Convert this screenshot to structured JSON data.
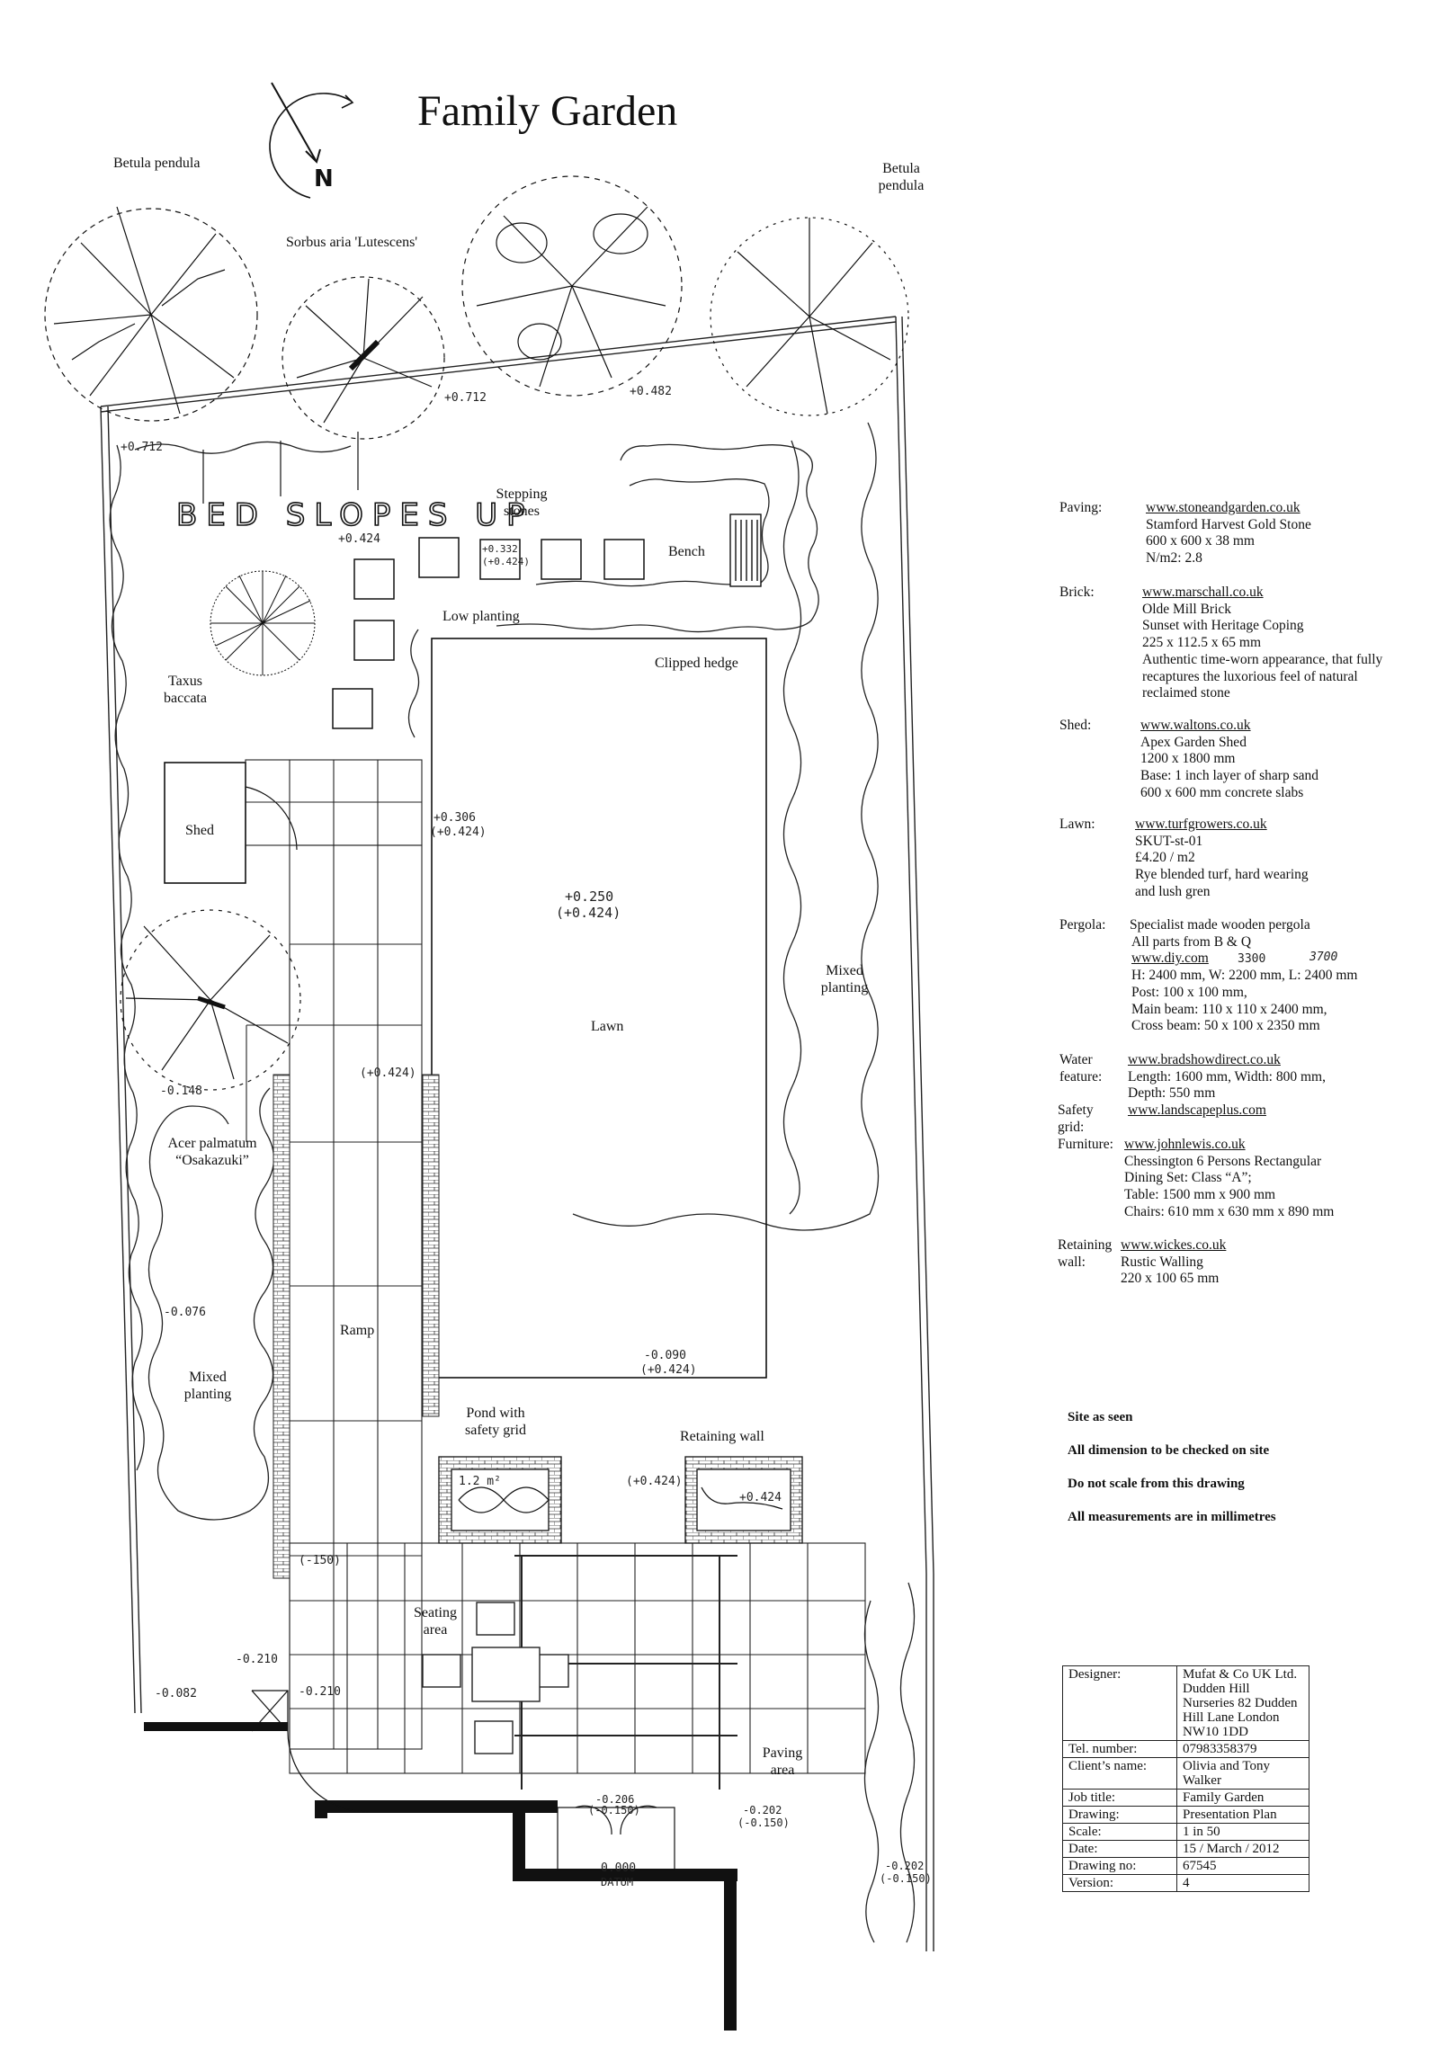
{
  "title": "Family Garden",
  "north": "N",
  "labels": {
    "betula_left": "Betula pendula",
    "betula_right": "Betula pendula",
    "sorbus": "Sorbus aria 'Lutescens'",
    "bed_slopes": "BED SLOPES UP",
    "stepping": "Stepping stones",
    "bench": "Bench",
    "low_planting": "Low planting",
    "clipped_hedge": "Clipped hedge",
    "taxus": "Taxus baccata",
    "shed": "Shed",
    "lawn": "Lawn",
    "mixed_right": "Mixed planting",
    "acer": "Acer palmatum “Osakazuki”",
    "mixed_left": "Mixed planting",
    "ramp": "Ramp",
    "pond": "Pond with safety grid",
    "retaining": "Retaining wall",
    "seating": "Seating area",
    "paving": "Paving area",
    "pond_area": "1.2 m²"
  },
  "levels": {
    "l1": "+0.712",
    "l2": "+0.712",
    "l3": "+0.482",
    "l4": "+0.424",
    "l5a": "+0.332",
    "l5b": "(+0.424)",
    "l6a": "+0.306",
    "l6b": "(+0.424)",
    "l7a": "+0.250",
    "l7b": "(+0.424)",
    "l8": "(+0.424)",
    "l9": "-0.148",
    "l10": "-0.076",
    "l11a": "-0.090",
    "l11b": "(+0.424)",
    "l12": "(+0.424)",
    "l13": "+0.424",
    "l14": "(-150)",
    "l15": "-0.210",
    "l16": "-0.210",
    "l17": "-0.082",
    "l18a": "-0.206",
    "l18b": "(-0.150)",
    "l19a": "-0.202",
    "l19b": "(-0.150)",
    "l20a": "0.000",
    "l20b": "DATUM",
    "l21a": "-0.202",
    "l21b": "(-0.150)"
  },
  "specs": {
    "paving": {
      "label": "Paving:",
      "lines": [
        "www.stoneandgarden.co.uk",
        "Stamford Harvest Gold Stone",
        "600 x 600 x 38 mm",
        "N/m2: 2.8"
      ]
    },
    "brick": {
      "label": "Brick:",
      "lines": [
        "www.marschall.co.uk",
        "Olde Mill Brick",
        "Sunset with Heritage Coping",
        "225 x 112.5 x 65 mm",
        "Authentic time-worn appearance, that fully",
        "recaptures the luxorious feel of natural",
        "reclaimed stone"
      ]
    },
    "shed": {
      "label": "Shed:",
      "lines": [
        "www.waltons.co.uk",
        "Apex Garden Shed",
        "1200 x 1800 mm",
        "Base: 1 inch layer of sharp sand",
        "600 x 600 mm concrete slabs"
      ]
    },
    "lawn": {
      "label": "Lawn:",
      "lines": [
        "www.turfgrowers.co.uk",
        "SKUT-st-01",
        "£4.20 / m2",
        "Rye blended turf, hard wearing",
        "and lush gren"
      ]
    },
    "pergola": {
      "label": "Pergola:",
      "lines": [
        "Specialist made wooden pergola",
        "All parts from B & Q",
        "www.diy.com",
        "H: 2400 mm, W: 2200 mm, L: 2400 mm",
        "Post: 100 x 100 mm,",
        "Main beam: 110 x 110 x 2400 mm,",
        "Cross beam: 50 x 100 x 2350 mm"
      ],
      "hand1": "3300",
      "hand2": "3700"
    },
    "water": {
      "label1": "Water",
      "label2": "feature:",
      "lines": [
        "www.bradshowdirect.co.uk",
        "Length: 1600 mm, Width: 800 mm,",
        "Depth: 550 mm"
      ],
      "safety_label": "Safety grid:",
      "safety_link": "www.landscapeplus.com"
    },
    "furniture": {
      "label": "Furniture:",
      "lines": [
        "www.johnlewis.co.uk",
        "Chessington 6 Persons Rectangular",
        "Dining Set: Class “A”;",
        "Table: 1500 mm x 900 mm",
        "Chairs: 610 mm x 630 mm x 890 mm"
      ]
    },
    "retaining": {
      "label1": "Retaining",
      "label2": "wall:",
      "lines": [
        "www.wickes.co.uk",
        "Rustic Walling",
        "220 x 100 65 mm"
      ]
    }
  },
  "notes": [
    "Site as seen",
    "All dimension to be checked on site",
    "Do not scale from this drawing",
    "All measurements are in millimetres"
  ],
  "title_block": [
    {
      "k": "Designer:",
      "v": "Mufat & Co UK Ltd. Dudden Hill Nurseries 82 Dudden Hill Lane London NW10 1DD"
    },
    {
      "k": "Tel. number:",
      "v": "07983358379"
    },
    {
      "k": "Client’s name:",
      "v": "Olivia and Tony Walker"
    },
    {
      "k": "Job title:",
      "v": "Family Garden"
    },
    {
      "k": "Drawing:",
      "v": "Presentation Plan"
    },
    {
      "k": "Scale:",
      "v": "1 in 50"
    },
    {
      "k": "Date:",
      "v": "15 / March / 2012"
    },
    {
      "k": "Drawing no:",
      "v": "67545"
    },
    {
      "k": "Version:",
      "v": "4"
    }
  ]
}
